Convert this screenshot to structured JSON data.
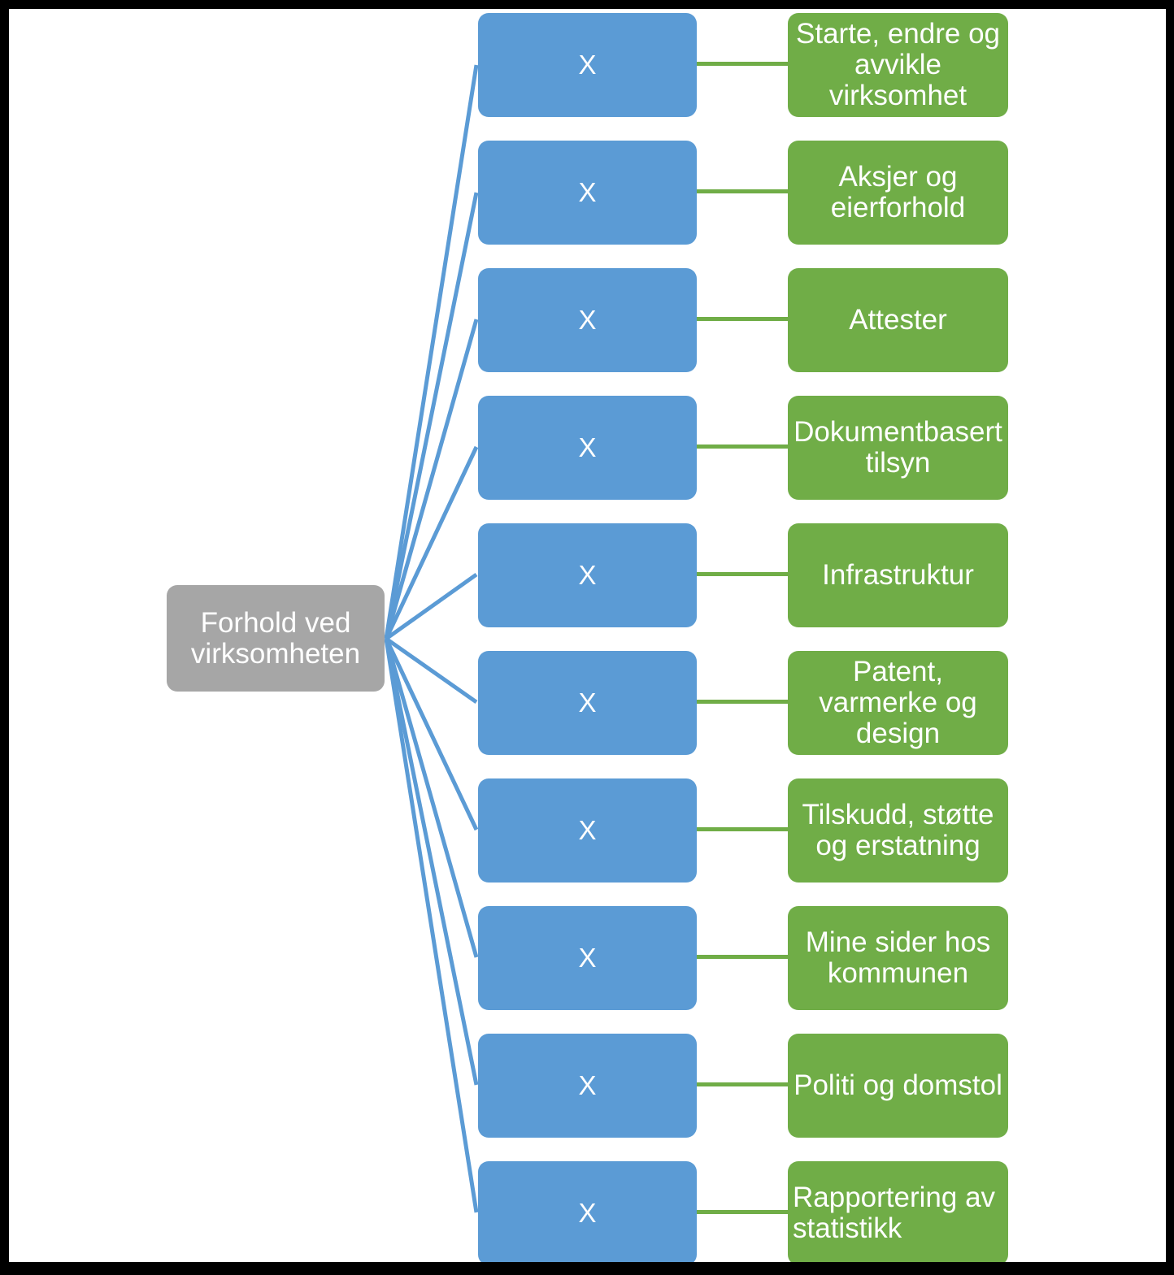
{
  "diagram": {
    "type": "radial-hierarchy",
    "title_text": "",
    "colors": {
      "root_fill": "#a6a6a6",
      "middle_fill": "#5b9bd5",
      "leaf_fill": "#70ad47",
      "root_text": "#ffffff",
      "middle_text": "#ffffff",
      "leaf_text": "#ffffff",
      "radial_edge": "#5b9bd5",
      "leaf_connector": "#70ad47",
      "page_border": "#000000",
      "background": "#ffffff"
    },
    "root": {
      "label": "Forhold ved virksomheten"
    },
    "middle_label": "X",
    "branches": [
      {
        "middle": "X",
        "leaf": "Starte, endre og avvikle virksomhet"
      },
      {
        "middle": "X",
        "leaf": "Aksjer og eierforhold"
      },
      {
        "middle": "X",
        "leaf": "Attester"
      },
      {
        "middle": "X",
        "leaf": "Dokumentbasert tilsyn"
      },
      {
        "middle": "X",
        "leaf": "Infrastruktur"
      },
      {
        "middle": "X",
        "leaf": "Patent, varmerke og design"
      },
      {
        "middle": "X",
        "leaf": "Tilskudd, støtte og erstatning"
      },
      {
        "middle": "X",
        "leaf": "Mine sider hos kommunen"
      },
      {
        "middle": "X",
        "leaf": "Politi og domstol"
      },
      {
        "middle": "X",
        "leaf": "Rapportering av statistikk"
      }
    ]
  }
}
